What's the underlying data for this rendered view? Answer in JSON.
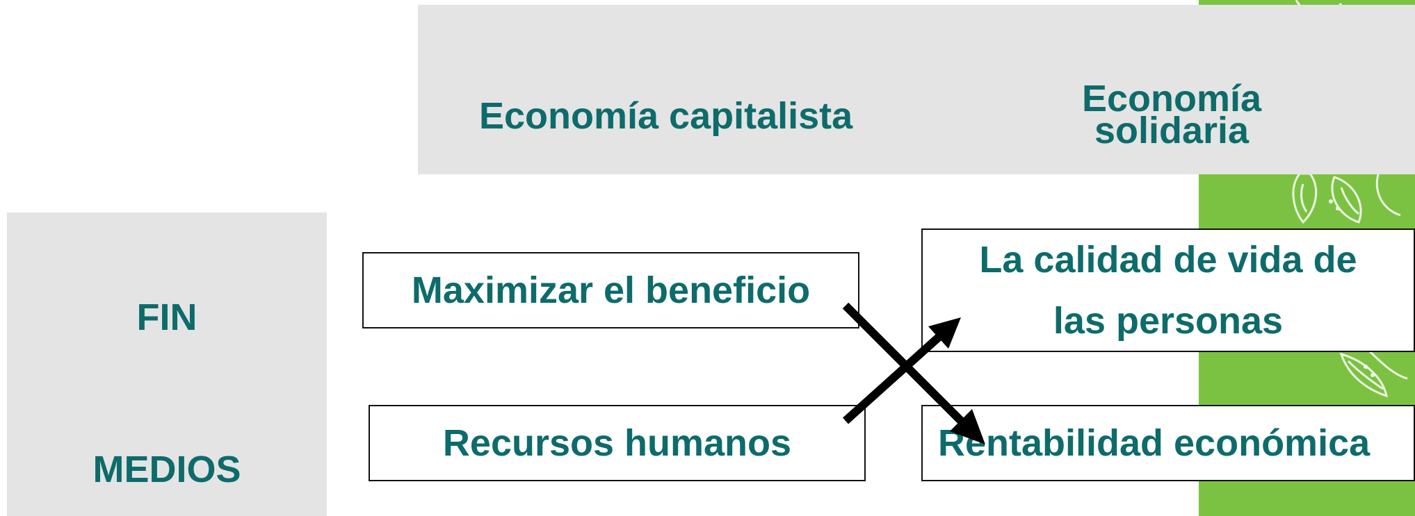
{
  "headers": {
    "capitalist": "Economía capitalista",
    "solidarity_line1": "Economía",
    "solidarity_line2": "solidaria"
  },
  "rows": {
    "fin": "FIN",
    "medios": "MEDIOS"
  },
  "boxes": {
    "maximize": "Maximizar el beneficio",
    "human_resources": "Recursos humanos",
    "quality_line1": "La calidad de vida de",
    "quality_line2": "las personas",
    "profitability": "Rentabilidad económica"
  },
  "colors": {
    "text_teal": "#0e6b6b",
    "band_gray": "#e4e4e4",
    "accent_green": "#7cc242"
  }
}
